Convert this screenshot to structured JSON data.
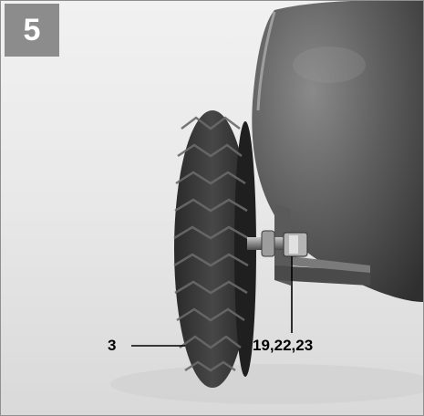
{
  "figure": {
    "step_number": "5",
    "callouts": [
      {
        "id": "wheel",
        "label": "3"
      },
      {
        "id": "axle-fasteners",
        "label": "19,22,23"
      }
    ]
  },
  "colors": {
    "badge": "#8c8c8c",
    "tank": "#5e5e5e",
    "tire": "#3a3a3a",
    "background": "#ececec"
  },
  "icons": [
    "compressor-tank",
    "wheel",
    "axle-bolt"
  ]
}
